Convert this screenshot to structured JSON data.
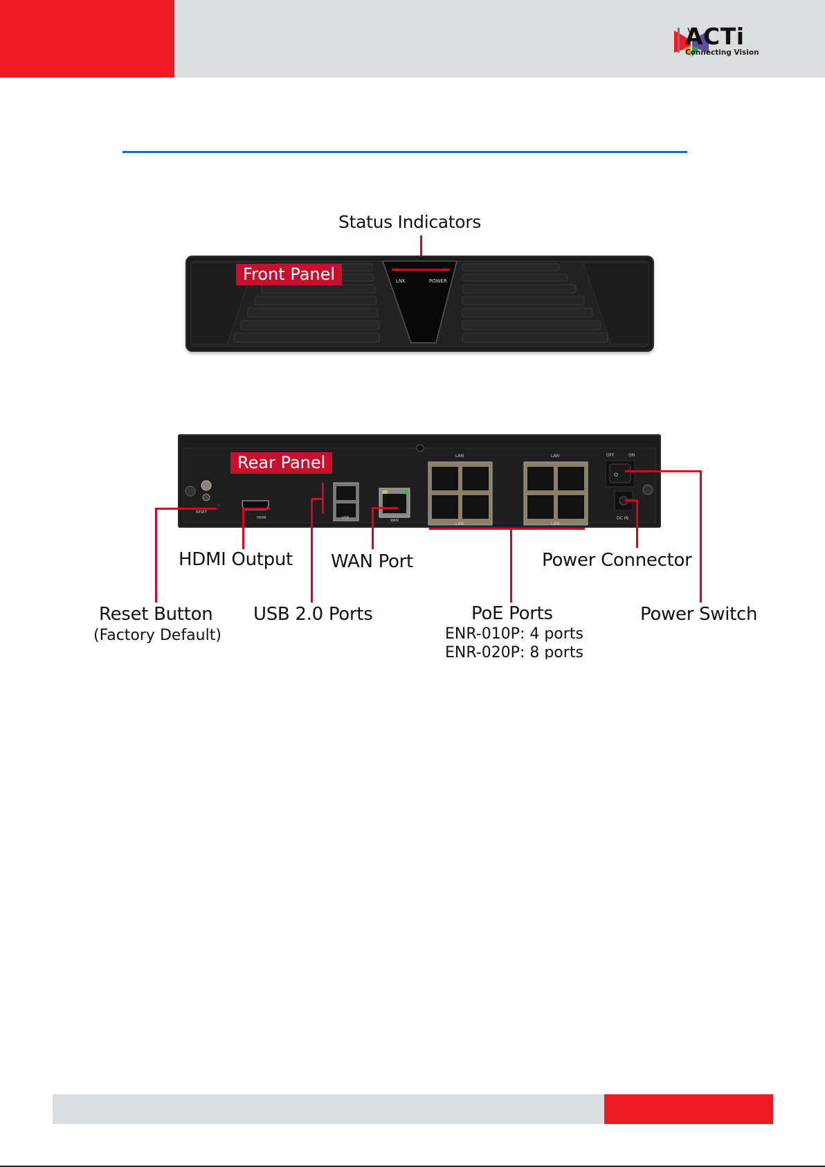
{
  "header": {
    "brand": "ACTi",
    "tagline": "Connecting Vision",
    "colors": {
      "accent_red": "#ed1c24",
      "bar_gray": "#dcdddf",
      "rule_blue": "#0070c0"
    }
  },
  "front_panel": {
    "callout": "Status Indicators",
    "tag": "Front Panel",
    "indicators": [
      "LNK",
      "POWER"
    ]
  },
  "rear_panel": {
    "tag": "Rear Panel",
    "silkscreen": {
      "reset": "RESET",
      "hdmi": "HDMI",
      "usb": "USB",
      "wan": "WAN",
      "lan": "LAN",
      "off": "OFF",
      "on": "ON",
      "dc_in": "DC IN"
    },
    "callouts": {
      "hdmi": "HDMI Output",
      "wan": "WAN Port",
      "power_connector": "Power Connector",
      "reset": "Reset Button",
      "reset_sub": "(Factory Default)",
      "usb": "USB 2.0 Ports",
      "poe": "PoE Ports",
      "poe_sub1": "ENR-010P: 4 ports",
      "poe_sub2": "ENR-020P: 8 ports",
      "power_switch": "Power Switch"
    },
    "callout_color": "#e0001b"
  }
}
